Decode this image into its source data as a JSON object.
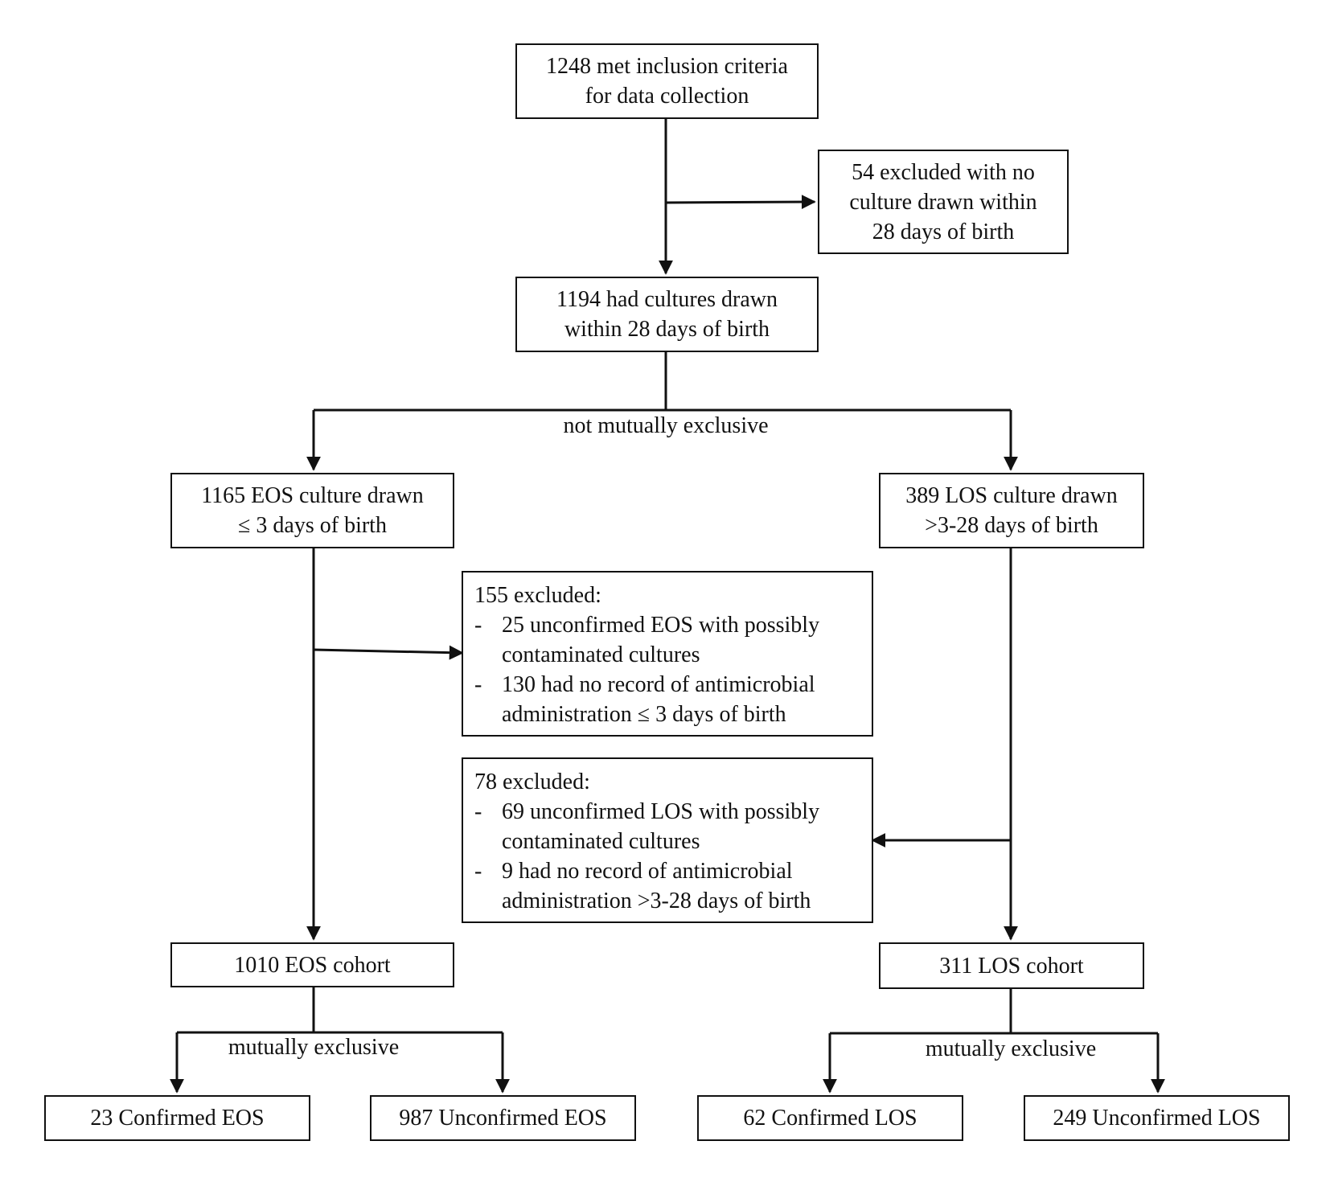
{
  "nodes": {
    "inclusion": [
      "1248 met inclusion criteria",
      "for data collection"
    ],
    "excluded_no_culture": [
      "54 excluded with no",
      "culture drawn within",
      "28 days of birth"
    ],
    "had_cultures": [
      "1194 had cultures drawn",
      "within 28 days of birth"
    ],
    "eos_drawn": [
      "1165 EOS culture drawn",
      "≤ 3 days of birth"
    ],
    "los_drawn": [
      "389 LOS culture drawn",
      ">3-28 days of birth"
    ],
    "eos_excluded": {
      "head": "155 excluded:",
      "items": [
        {
          "lines": [
            "25 unconfirmed EOS with possibly",
            "contaminated cultures"
          ]
        },
        {
          "lines": [
            "130 had no record of antimicrobial",
            "administration ≤ 3 days of birth"
          ]
        }
      ]
    },
    "los_excluded": {
      "head": "78 excluded:",
      "items": [
        {
          "lines": [
            "69 unconfirmed LOS with possibly",
            "contaminated cultures"
          ]
        },
        {
          "lines": [
            "9 had no record of antimicrobial",
            "administration >3-28 days of birth"
          ]
        }
      ]
    },
    "eos_cohort": "1010 EOS cohort",
    "los_cohort": "311 LOS cohort",
    "confirmed_eos": "23 Confirmed EOS",
    "unconfirmed_eos": "987 Unconfirmed EOS",
    "confirmed_los": "62 Confirmed LOS",
    "unconfirmed_los": "249 Unconfirmed LOS"
  },
  "labels": {
    "not_mutually_exclusive": "not mutually exclusive",
    "eos_mutually_exclusive": "mutually exclusive",
    "los_mutually_exclusive": "mutually exclusive"
  },
  "list_bullet": "-"
}
